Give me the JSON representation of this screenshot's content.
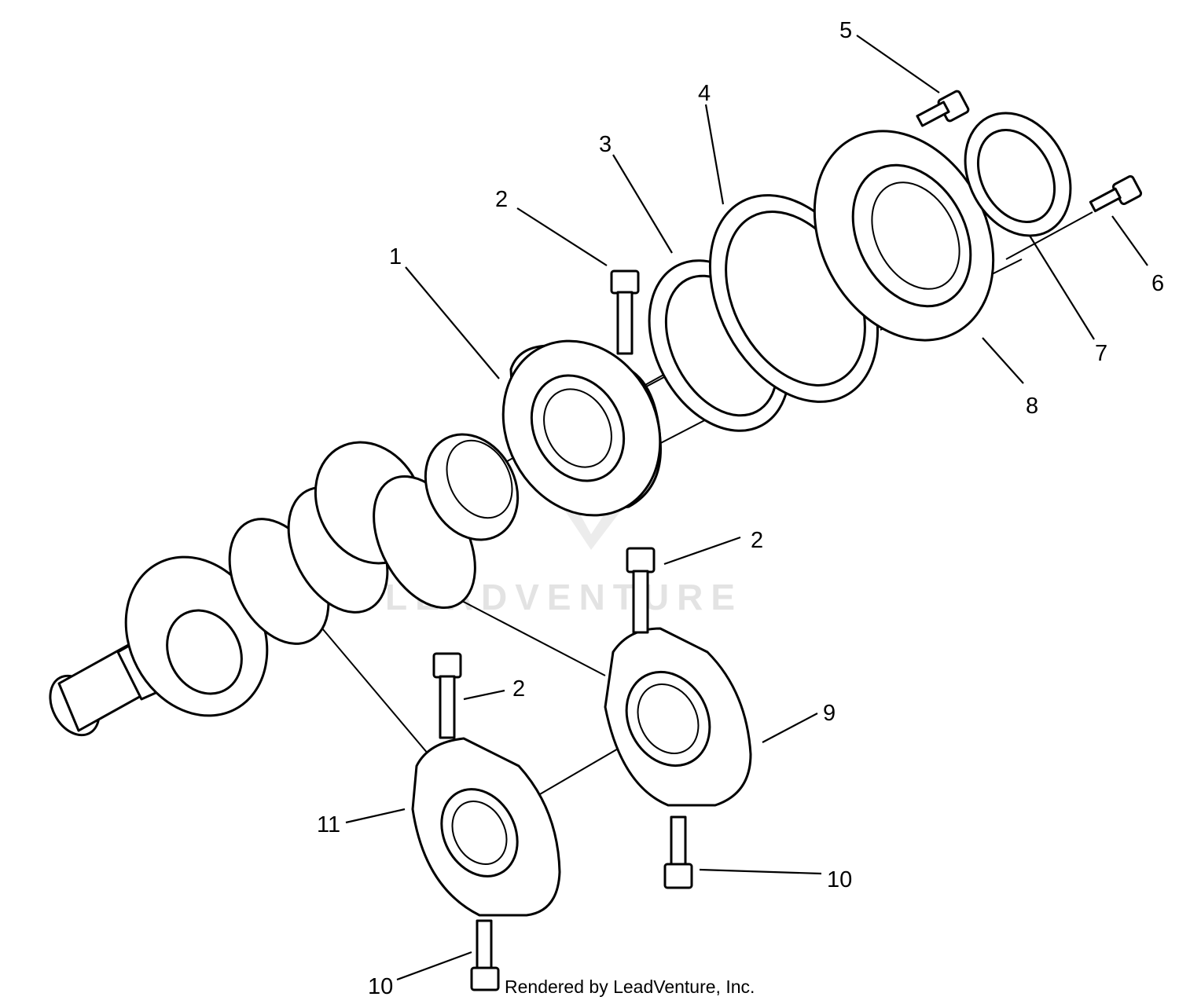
{
  "diagram": {
    "callouts": [
      "1",
      "2",
      "3",
      "4",
      "5",
      "2",
      "2",
      "6",
      "7",
      "8",
      "9",
      "10",
      "11",
      "10"
    ],
    "watermark": "LEADVENTURE",
    "credit": "Rendered by LeadVenture, Inc."
  }
}
